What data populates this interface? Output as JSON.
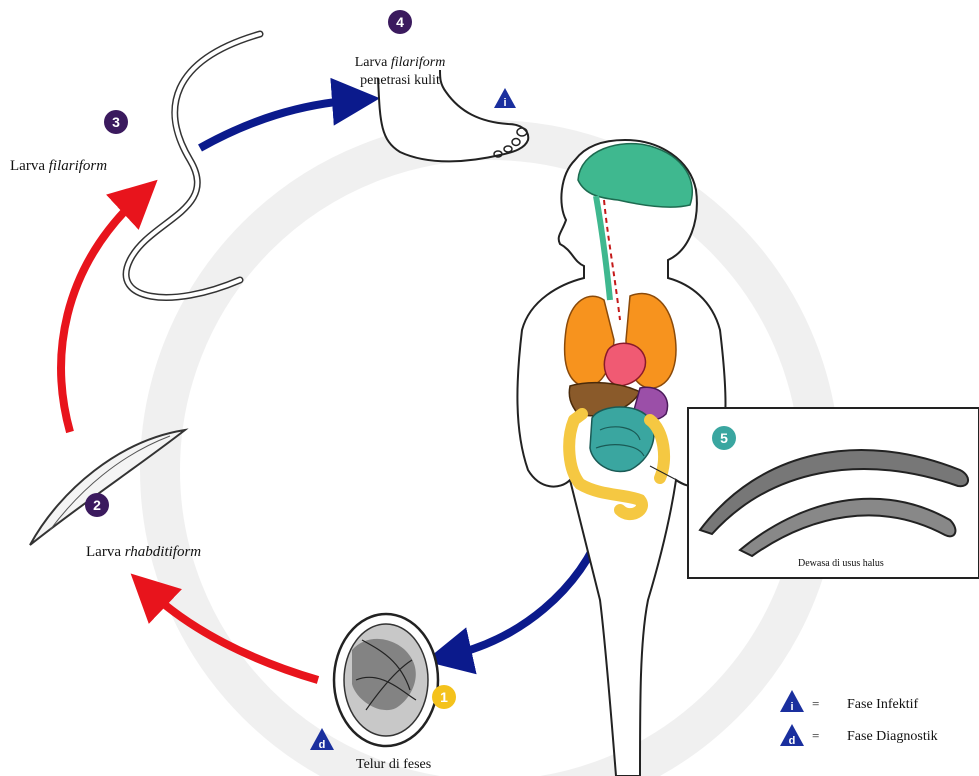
{
  "colors": {
    "badge_purple": "#3b1a5e",
    "badge_teal": "#3aa6a0",
    "badge_yellow": "#f4c21c",
    "arrow_red": "#e8141c",
    "arrow_blue": "#0b1a8c",
    "triangle_blue": "#1a2f9e"
  },
  "stages": [
    {
      "badge": "4",
      "label_prefix": "Larva ",
      "label_italic": "filariform",
      "label_line2": "penetrasi kulit"
    },
    {
      "badge": "3",
      "label_prefix": "Larva ",
      "label_italic": "filariform"
    },
    {
      "badge": "2",
      "label_prefix": "Larva ",
      "label_italic": "rhabditiform"
    },
    {
      "badge": "1",
      "label": "Telur di feses"
    },
    {
      "badge": "5",
      "label": "Dewasa di usus halus"
    }
  ],
  "markers": {
    "infective_letter": "i",
    "diagnostic_letter": "d"
  },
  "legend": [
    {
      "letter": "i",
      "equals": "=",
      "label": "Fase Infektif"
    },
    {
      "letter": "d",
      "equals": "=",
      "label": "Fase Diagnostik"
    }
  ]
}
